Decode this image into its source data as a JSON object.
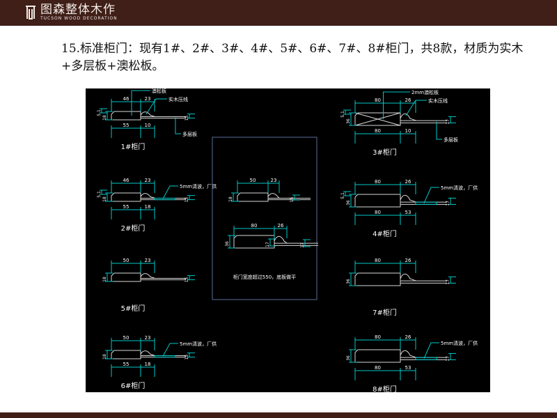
{
  "brand": {
    "name_cn": "图森整体木作",
    "name_en": "TUCSON WOOD DECORATION"
  },
  "title": "15.标准柜门：现有1#、2#、3#、4#、5#、6#、7#、8#柜门，共8款，材质为实木+多层板+澳松板。",
  "colors": {
    "brand": "#3f1f18",
    "dim": "#00c8c8",
    "line": "#d8d8d8",
    "text": "#ffffff"
  },
  "details": [
    {
      "id": "1",
      "caption": "1#柜门",
      "top": [
        "46",
        "23"
      ],
      "bottom": [
        "55",
        "10"
      ],
      "left": [
        "18",
        "5.1"
      ],
      "right": "15",
      "notes": [
        "澳松板",
        "实木压线",
        "多层板"
      ]
    },
    {
      "id": "2",
      "caption": "2#柜门",
      "top": [
        "46",
        "23"
      ],
      "bottom": [
        "55",
        "18"
      ],
      "left": [
        "18",
        "5.1"
      ],
      "right": "15",
      "notes": [
        "5mm清波，厂供"
      ]
    },
    {
      "id": "5",
      "caption": "5#柜门",
      "top": [
        "50",
        "23"
      ],
      "bottom": [],
      "left": [
        "18"
      ],
      "right": "15",
      "notes": []
    },
    {
      "id": "6",
      "caption": "6#柜门",
      "top": [
        "50",
        "23"
      ],
      "bottom": [
        "55",
        "18"
      ],
      "left": [
        "18"
      ],
      "right": "15",
      "notes": [
        "5mm清波，厂供"
      ]
    },
    {
      "id": "3",
      "caption": "3#柜门",
      "top": [
        "80",
        "26"
      ],
      "bottom": [
        "80",
        "10"
      ],
      "left": [
        "36",
        "5.1"
      ],
      "right": "17",
      "notes": [
        "2mm澳松板",
        "实木压线",
        "多层板"
      ]
    },
    {
      "id": "4",
      "caption": "4#柜门",
      "top": [
        "80",
        "26"
      ],
      "bottom": [
        "80",
        "53"
      ],
      "left": [
        "36",
        "5.1"
      ],
      "right": "17",
      "notes": [
        "5mm清波，厂供"
      ]
    },
    {
      "id": "7",
      "caption": "7#柜门",
      "top": [
        "80",
        "26"
      ],
      "bottom": [],
      "left": [
        "36"
      ],
      "right": "17",
      "notes": []
    },
    {
      "id": "8",
      "caption": "8#柜门",
      "top": [
        "80",
        "26"
      ],
      "bottom": [
        "80",
        "53"
      ],
      "left": [
        "36"
      ],
      "right": "17",
      "notes": [
        "5mm清波，厂供"
      ]
    }
  ],
  "center": {
    "profiles": [
      {
        "top": [
          "50",
          "23"
        ],
        "left": "18",
        "right": "15"
      },
      {
        "top": [
          "80",
          "26"
        ],
        "left": "36",
        "right": "17",
        "inner": "17"
      }
    ],
    "note": "柜门宽度超过550，底板做平"
  }
}
